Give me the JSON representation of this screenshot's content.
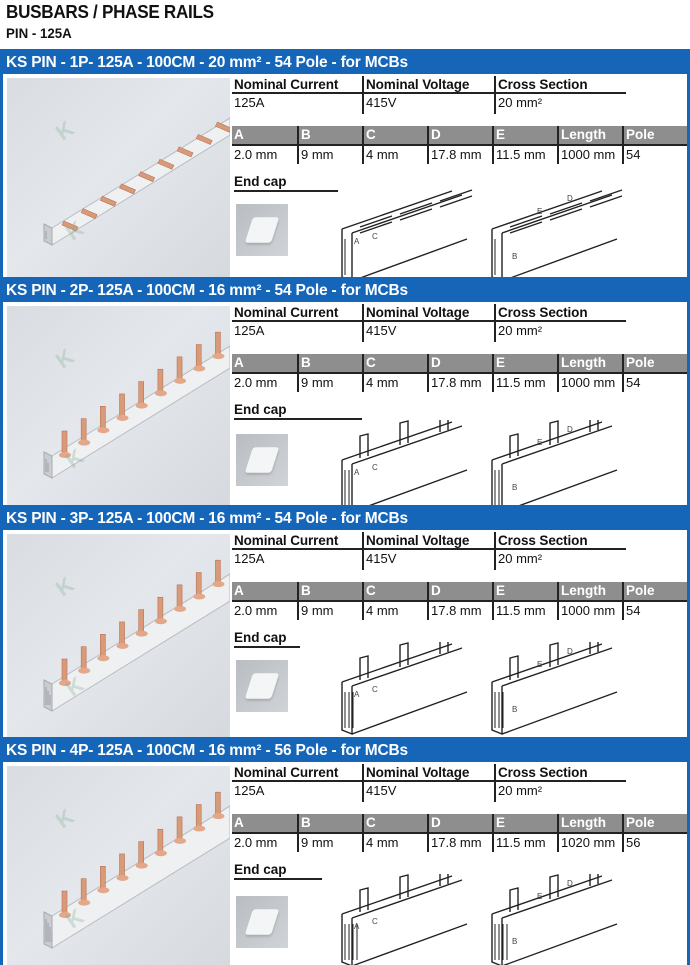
{
  "document": {
    "title": "BUSBARS / PHASE RAILS",
    "subtitle": "PIN - 125A"
  },
  "colors": {
    "header_blue": "#1565b8",
    "table_header_gray": "#8e8e8e",
    "copper": "#d99a78"
  },
  "spec_headers": {
    "nominal_current": "Nominal Current",
    "nominal_voltage": "Nominal Voltage",
    "cross_section": "Cross Section",
    "a": "A",
    "b": "B",
    "c": "C",
    "d": "D",
    "e": "E",
    "length": "Length",
    "pole": "Pole",
    "end_cap": "End cap"
  },
  "products": [
    {
      "title": "KS PIN - 1P- 125A - 100CM - 20 mm² - 54 Pole - for MCBs",
      "nominal_current": "125A",
      "nominal_voltage": "415V",
      "cross_section": "20  mm²",
      "a": "2.0 mm",
      "b": "9 mm",
      "c": "4 mm",
      "d": "17.8 mm",
      "e": "11.5 mm",
      "length": "1000 mm",
      "pole": "54",
      "diagram_labels": [
        "A",
        "C",
        "B",
        "E",
        "D"
      ]
    },
    {
      "title": "KS PIN - 2P- 125A - 100CM - 16 mm² - 54 Pole - for MCBs",
      "nominal_current": "125A",
      "nominal_voltage": "415V",
      "cross_section": "20  mm²",
      "a": "2.0 mm",
      "b": "9 mm",
      "c": "4 mm",
      "d": "17.8 mm",
      "e": "11.5 mm",
      "length": "1000 mm",
      "pole": "54",
      "diagram_labels": [
        "A",
        "C",
        "B",
        "E",
        "D"
      ]
    },
    {
      "title": "KS PIN - 3P- 125A - 100CM - 16 mm² - 54 Pole - for MCBs",
      "nominal_current": "125A",
      "nominal_voltage": "415V",
      "cross_section": "20  mm²",
      "a": "2.0 mm",
      "b": "9 mm",
      "c": "4 mm",
      "d": "17.8 mm",
      "e": "11.5 mm",
      "length": "1000 mm",
      "pole": "54",
      "diagram_labels": [
        "A",
        "C",
        "B",
        "E",
        "D"
      ]
    },
    {
      "title": "KS PIN - 4P- 125A - 100CM - 16 mm² - 56 Pole - for MCBs",
      "nominal_current": "125A",
      "nominal_voltage": "415V",
      "cross_section": "20  mm²",
      "a": "2.0 mm",
      "b": "9 mm",
      "c": "4 mm",
      "d": "17.8 mm",
      "e": "11.5 mm",
      "length": "1020 mm",
      "pole": "56",
      "diagram_labels": [
        "A",
        "C",
        "B",
        "E",
        "D"
      ]
    }
  ]
}
